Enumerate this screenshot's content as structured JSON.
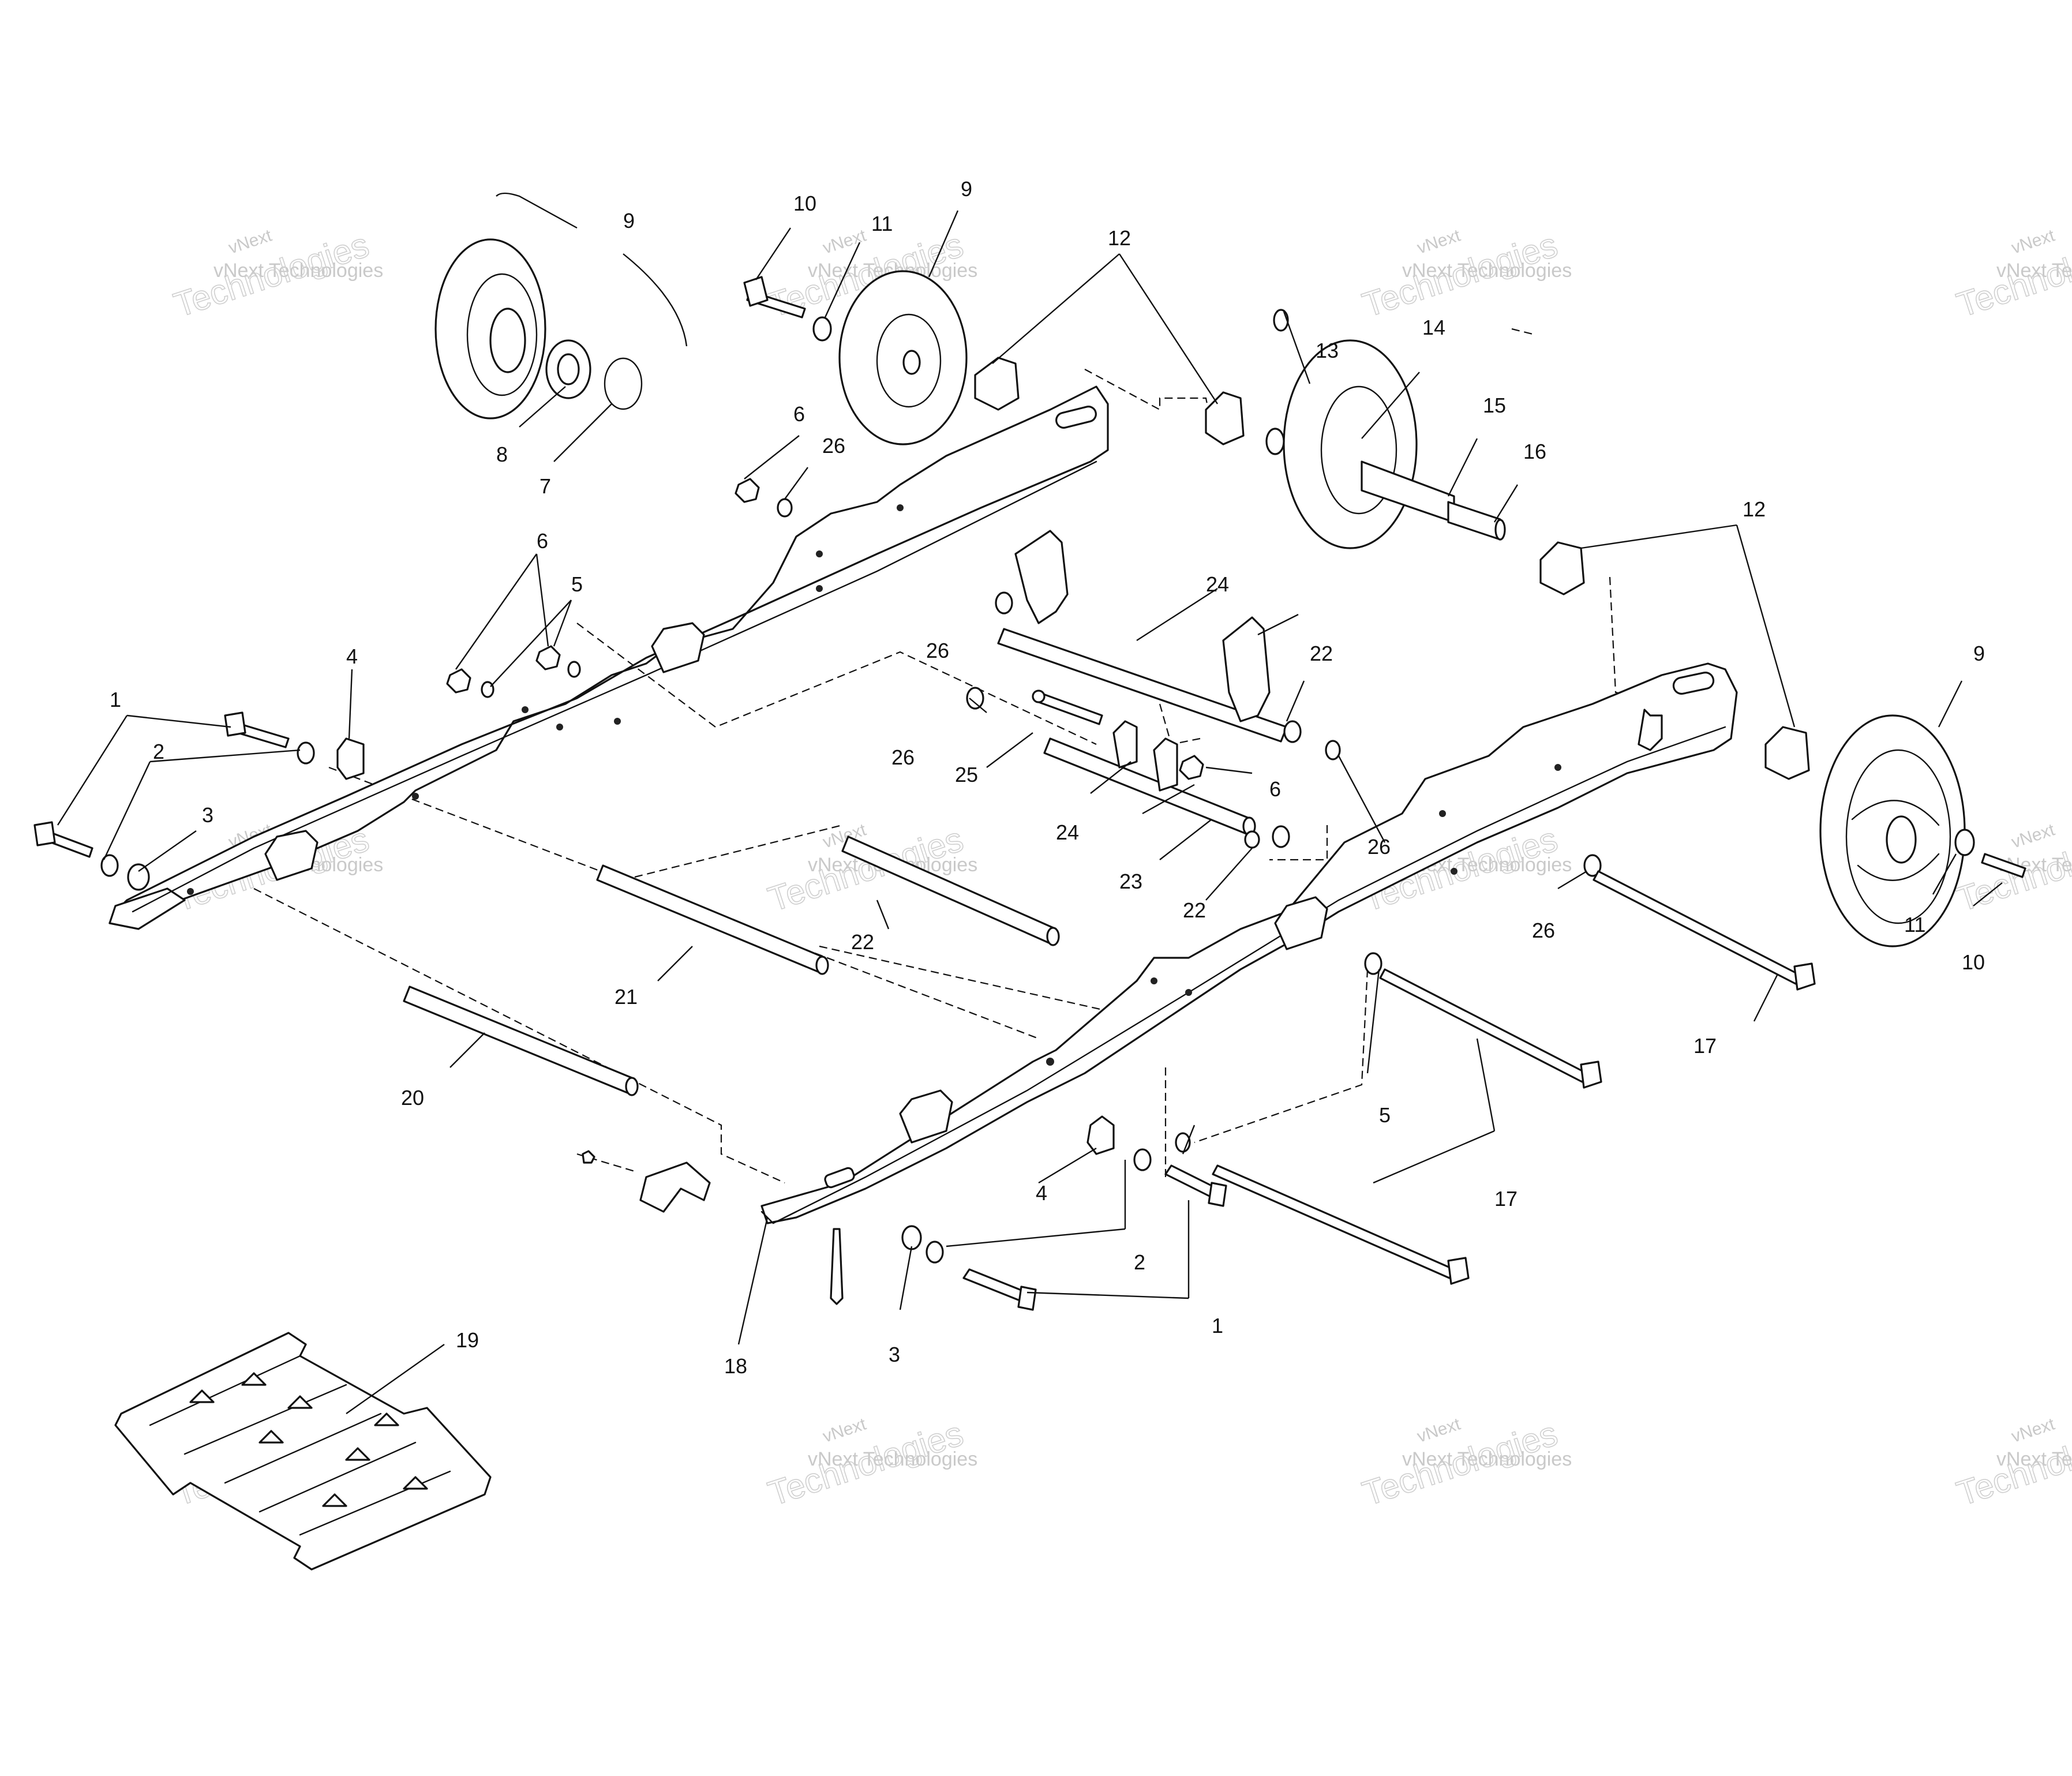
{
  "diagram": {
    "callouts": [
      {
        "id": "c1a",
        "text": "1"
      },
      {
        "id": "c2a",
        "text": "2"
      },
      {
        "id": "c3a",
        "text": "3"
      },
      {
        "id": "c4a",
        "text": "4"
      },
      {
        "id": "c5a",
        "text": "5"
      },
      {
        "id": "c6a",
        "text": "6"
      },
      {
        "id": "c6b",
        "text": "6"
      },
      {
        "id": "c6c",
        "text": "6"
      },
      {
        "id": "c7",
        "text": "7"
      },
      {
        "id": "c8",
        "text": "8"
      },
      {
        "id": "c9a",
        "text": "9"
      },
      {
        "id": "c9b",
        "text": "9"
      },
      {
        "id": "c9c",
        "text": "9"
      },
      {
        "id": "c10a",
        "text": "10"
      },
      {
        "id": "c10b",
        "text": "10"
      },
      {
        "id": "c11a",
        "text": "11"
      },
      {
        "id": "c11b",
        "text": "11"
      },
      {
        "id": "c12a",
        "text": "12"
      },
      {
        "id": "c12b",
        "text": "12"
      },
      {
        "id": "c13",
        "text": "13"
      },
      {
        "id": "c14",
        "text": "14"
      },
      {
        "id": "c15",
        "text": "15"
      },
      {
        "id": "c16",
        "text": "16"
      },
      {
        "id": "c17a",
        "text": "17"
      },
      {
        "id": "c17b",
        "text": "17"
      },
      {
        "id": "c18",
        "text": "18"
      },
      {
        "id": "c19",
        "text": "19"
      },
      {
        "id": "c20",
        "text": "20"
      },
      {
        "id": "c21",
        "text": "21"
      },
      {
        "id": "c22a",
        "text": "22"
      },
      {
        "id": "c22b",
        "text": "22"
      },
      {
        "id": "c22c",
        "text": "22"
      },
      {
        "id": "c23",
        "text": "23"
      },
      {
        "id": "c24a",
        "text": "24"
      },
      {
        "id": "c24b",
        "text": "24"
      },
      {
        "id": "c25",
        "text": "25"
      },
      {
        "id": "c26a",
        "text": "26"
      },
      {
        "id": "c26b",
        "text": "26"
      },
      {
        "id": "c26c",
        "text": "26"
      },
      {
        "id": "c26d",
        "text": "26"
      },
      {
        "id": "c26e",
        "text": "26"
      },
      {
        "id": "c1b",
        "text": "1"
      },
      {
        "id": "c2b",
        "text": "2"
      },
      {
        "id": "c3b",
        "text": "3"
      },
      {
        "id": "c4b",
        "text": "4"
      },
      {
        "id": "c5b",
        "text": "5"
      }
    ],
    "watermark": {
      "top": "vNext",
      "middle": "vNext Technologies",
      "bottom": "Technologies"
    }
  }
}
